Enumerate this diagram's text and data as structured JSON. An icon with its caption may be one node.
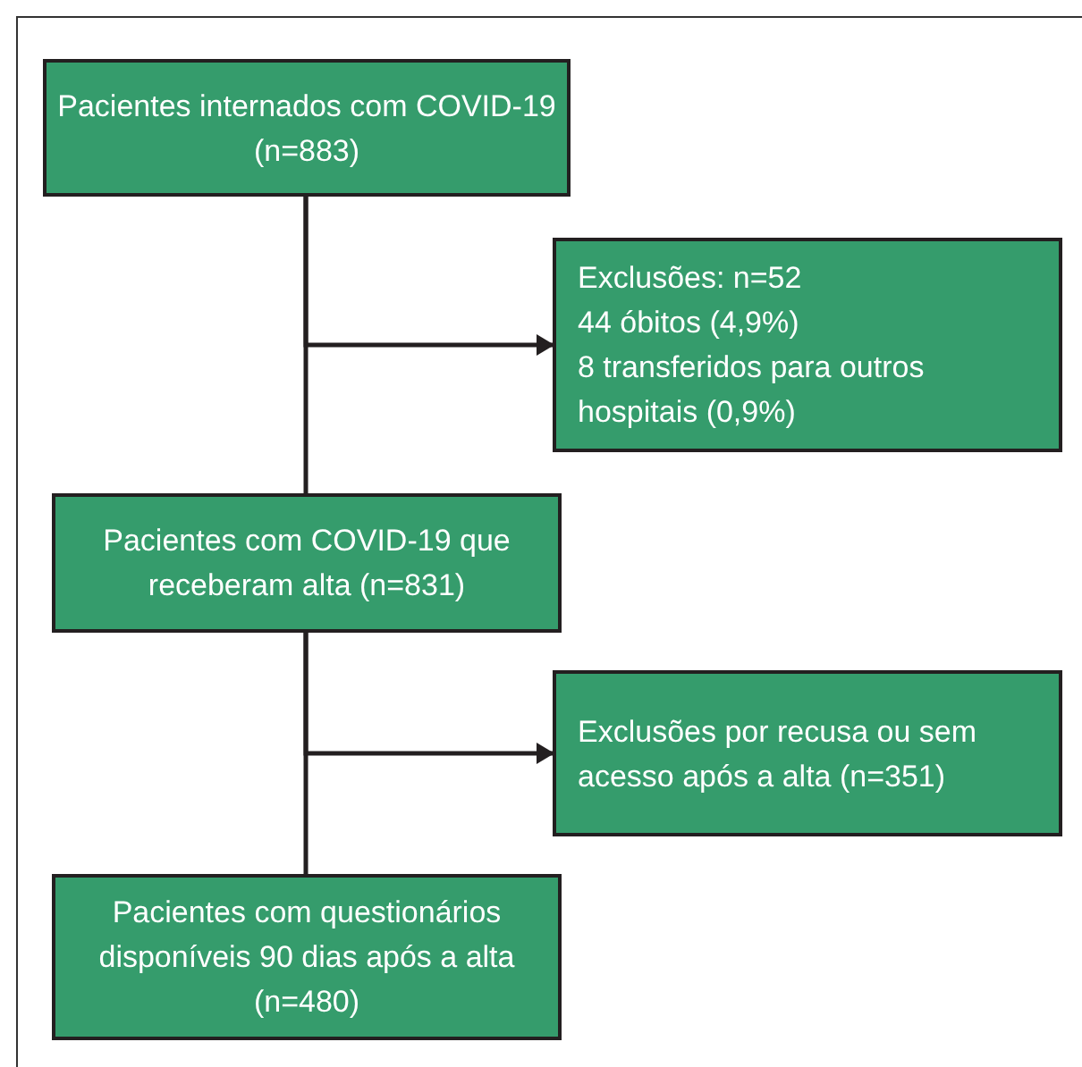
{
  "diagram": {
    "nodes": [
      {
        "text": [
          "Pacientes internados com COVID-19 (n=883)"
        ]
      },
      {
        "text": [
          "Exclusões: n=52",
          "44 óbitos (4,9%)",
          "8 transferidos para outros hospitais (0,9%)"
        ]
      },
      {
        "text": [
          "Pacientes com COVID-19 que receberam alta (n=831)"
        ]
      },
      {
        "text": [
          "Exclusões por recusa ou sem acesso após a alta (n=351)"
        ]
      },
      {
        "text": [
          "Pacientes com questionários disponíveis 90 dias após a alta (n=480)"
        ]
      }
    ],
    "edges": [
      {
        "from": 0,
        "to": 2,
        "arrow": "none"
      },
      {
        "from": 0,
        "to": 1,
        "arrow": "to"
      },
      {
        "from": 2,
        "to": 4,
        "arrow": "none"
      },
      {
        "from": 2,
        "to": 3,
        "arrow": "to"
      }
    ]
  }
}
